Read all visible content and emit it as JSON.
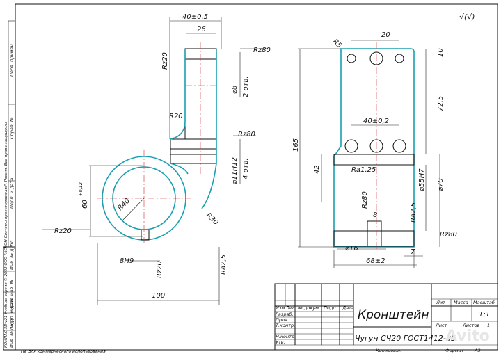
{
  "part": {
    "title": "Кронштейн",
    "material": "Чугун СЧ20 ГОСТ1412-85"
  },
  "title_block": {
    "sheet_label": "Лит",
    "mass_label": "Масса",
    "scale_label": "Масштаб",
    "scale_value": "1:1",
    "sheet_no_label": "Лист",
    "sheets_label": "Листов",
    "sheets_value": "1",
    "rows": [
      "Изм.",
      "Лист",
      "№ докум.",
      "Подп.",
      "Дата"
    ],
    "roles": [
      "Разраб.",
      "Пров.",
      "Т.контр.",
      "",
      "Н.контр.",
      "Утв."
    ],
    "copied": "Копировал",
    "format_label": "Формат",
    "format_value": "А3"
  },
  "side_stamp": {
    "sections": [
      "Перв. примен.",
      "Справ. №",
      "Подп. и дата",
      "Инв. № дубл.",
      "Взам. инв. №",
      "Подп. и дата",
      "Инв. № подл."
    ],
    "license": "КОМПАС-3D v21 Учебная версия © 2022 ООО \"АСКОН-Системы проектирования\", Россия. Все права защищены."
  },
  "footer": "Не для коммерческого использования",
  "roughness_general": "√(√)",
  "watermark": "Avito",
  "dims_left": {
    "d40": "40±0,5",
    "d26": "26",
    "rz80a": "Rz80",
    "rz20a": "Rz20",
    "r20": "R20",
    "d8": "⌀8",
    "holes2": "2 отв.",
    "rz80b": "Rz80",
    "d11": "⌀11Н12",
    "holes4": "4 отв.",
    "d60": "60",
    "d60tol": "+0,12",
    "r40": "R40",
    "r30": "R30",
    "rz20b": "Rz20",
    "h9": "8Н9",
    "rz20c": "Rz20",
    "ra25": "Ra2,5",
    "d100": "100"
  },
  "dims_right": {
    "r5": "R5",
    "d20": "20",
    "d10": "10",
    "d725": "72,5",
    "d165": "165",
    "d40": "40±0,2",
    "d42": "42",
    "ra125": "Ra1,25",
    "d55": "⌀55Н7",
    "d70": "⌀70",
    "rz80": "Rz80",
    "d8": "8",
    "ra25": "Ra2,5",
    "rz80b": "Rz80",
    "d16": "⌀16",
    "d7": "7",
    "d68": "68±2"
  }
}
